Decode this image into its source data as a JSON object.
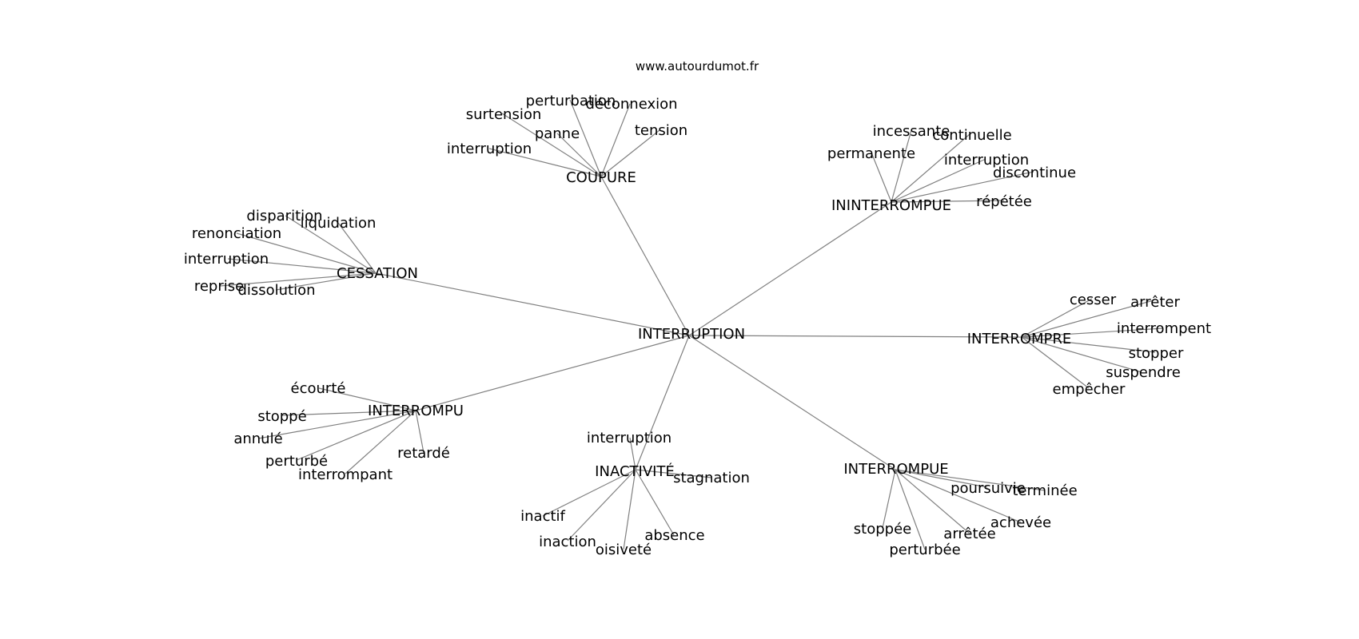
{
  "source": "www.autourdumot.fr",
  "diagram": {
    "root": "INTERRUPTION",
    "clusters": [
      {
        "hub": "COUPURE",
        "words": [
          "perturbation",
          "déconnexion",
          "surtension",
          "panne",
          "tension",
          "interruption"
        ]
      },
      {
        "hub": "CESSATION",
        "words": [
          "disparition",
          "liquidation",
          "renonciation",
          "interruption",
          "reprise",
          "dissolution"
        ]
      },
      {
        "hub": "ININTERROMPUE",
        "words": [
          "incessante",
          "continuelle",
          "permanente",
          "interruption",
          "discontinue",
          "répétée"
        ]
      },
      {
        "hub": "INTERROMPRE",
        "words": [
          "cesser",
          "arrêter",
          "interrompent",
          "stopper",
          "suspendre",
          "empêcher"
        ]
      },
      {
        "hub": "INTERROMPU",
        "words": [
          "écourté",
          "stoppé",
          "annulé",
          "perturbé",
          "interrompant",
          "retardé"
        ]
      },
      {
        "hub": "INACTIVITÉ",
        "words": [
          "interruption",
          "stagnation",
          "inactif",
          "inaction",
          "oisiveté",
          "absence"
        ]
      },
      {
        "hub": "INTERROMPUE",
        "words": [
          "poursuivie",
          "terminée",
          "achevée",
          "arrêtée",
          "stoppée",
          "perturbée"
        ]
      }
    ]
  }
}
